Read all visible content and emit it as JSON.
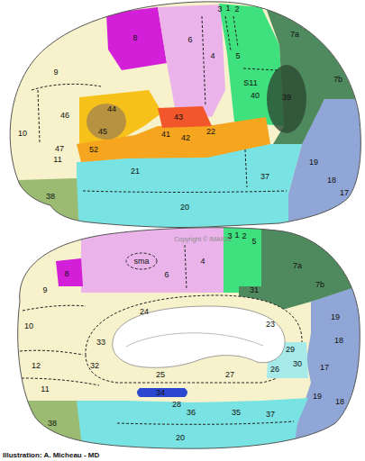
{
  "diagram": {
    "labels": [
      "3",
      "1",
      "2",
      "8",
      "6",
      "4",
      "5",
      "7a",
      "9",
      "S11",
      "40",
      "39",
      "7b",
      "44",
      "46",
      "45",
      "43",
      "41",
      "42",
      "22",
      "10",
      "47",
      "11",
      "52",
      "21",
      "19",
      "18",
      "17",
      "37",
      "38",
      "20",
      "Copyright © IMAIOS",
      "3",
      "1",
      "2",
      "5",
      "8",
      "sma",
      "6",
      "4",
      "7a",
      "31",
      "7b",
      "9",
      "24",
      "23",
      "19",
      "10",
      "33",
      "18",
      "29",
      "26",
      "30",
      "32",
      "25",
      "17",
      "12",
      "27",
      "11",
      "34",
      "28",
      "36",
      "35",
      "19",
      "18",
      "38",
      "37",
      "20",
      "Illustration: A. Micheau - MD"
    ]
  }
}
